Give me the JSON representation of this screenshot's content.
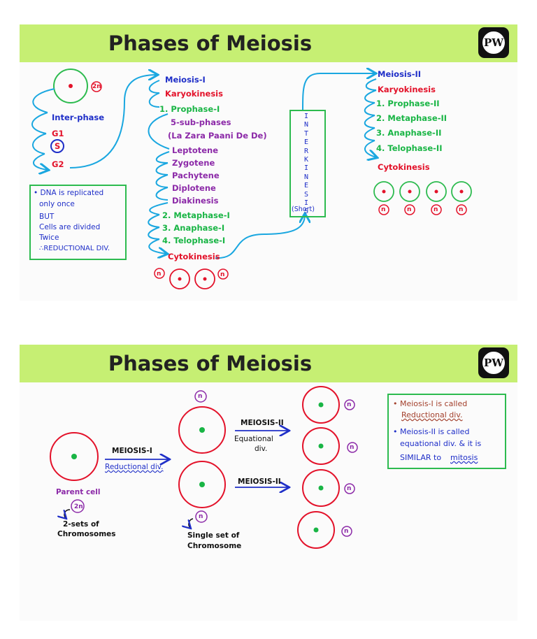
{
  "slide1": {
    "title": "Phases of Meiosis",
    "logo_text": "PW",
    "cell_label": "2n",
    "interphase": {
      "label": "Inter-phase",
      "stages": [
        "G1",
        "S",
        "G2"
      ]
    },
    "note": {
      "line1": "• DNA is replicated",
      "line2": "only once",
      "line3": "BUT",
      "line4": "Cells are divided",
      "line5": "Twice",
      "line6": "∴REDUCTIONAL DIV."
    },
    "meiosis1": {
      "title": "Meiosis-I",
      "karyokinesis": "Karyokinesis",
      "prophase": "1. Prophase-I",
      "subphases": "5-sub-phases",
      "mnemonic": "(La Zara Paani De De)",
      "substages": [
        "Leptotene",
        "Zygotene",
        "Pachytene",
        "Diplotene",
        "Diakinesis"
      ],
      "metaphase": "2. Metaphase-I",
      "anaphase": "3. Anaphase-I",
      "telophase": "4. Telophase-I",
      "cytokinesis": "Cytokinesis",
      "cell_label": "n"
    },
    "interkinesis": {
      "letters": [
        "I",
        "N",
        "T",
        "E",
        "R",
        "K",
        "I",
        "N",
        "E",
        "S",
        "I",
        "S"
      ],
      "note": "(Short)"
    },
    "meiosis2": {
      "title": "Meiosis-II",
      "karyokinesis": "Karyokinesis",
      "prophase": "1. Prophase-II",
      "metaphase": "2. Metaphase-II",
      "anaphase": "3. Anaphase-II",
      "telophase": "4. Telophase-II",
      "cytokinesis": "Cytokinesis",
      "cell_label": "n"
    }
  },
  "slide2": {
    "title": "Phases of Meiosis",
    "logo_text": "PW",
    "parent_label": "Parent cell",
    "parent_ploidy": "2n",
    "parent_desc_1": "2-sets of",
    "parent_desc_2": "Chromosomes",
    "arrow1_top": "MEIOSIS-I",
    "arrow1_bottom": "Reductional div.",
    "arrow2_top": "MEIOSIS-II",
    "arrow2_sub1": "Equational",
    "arrow2_sub2": "div.",
    "arrow3_top": "MEIOSIS-II",
    "daughter_ploidy": "n",
    "daughter_desc_1": "Single set of",
    "daughter_desc_2": "Chromosome",
    "final_ploidy": "n",
    "note": {
      "line1": "• Meiosis-I is called",
      "line2": "Reductional div.",
      "line3": "• Meiosis-II is called",
      "line4": "equational div. & it is",
      "line5_a": "SIMILAR to",
      "line5_b": "mitosis"
    }
  }
}
